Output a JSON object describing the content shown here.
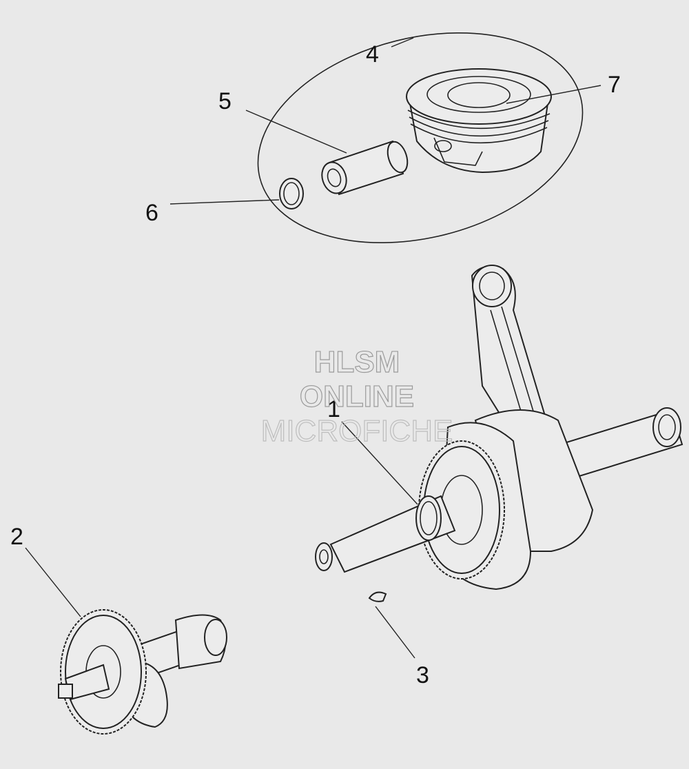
{
  "callouts": {
    "c1": "1",
    "c2": "2",
    "c3": "3",
    "c4": "4",
    "c5": "5",
    "c6": "6",
    "c7": "7"
  },
  "watermark": {
    "line1": "HLSM",
    "line2": "ONLINE",
    "line3": "MICROFICHE"
  }
}
